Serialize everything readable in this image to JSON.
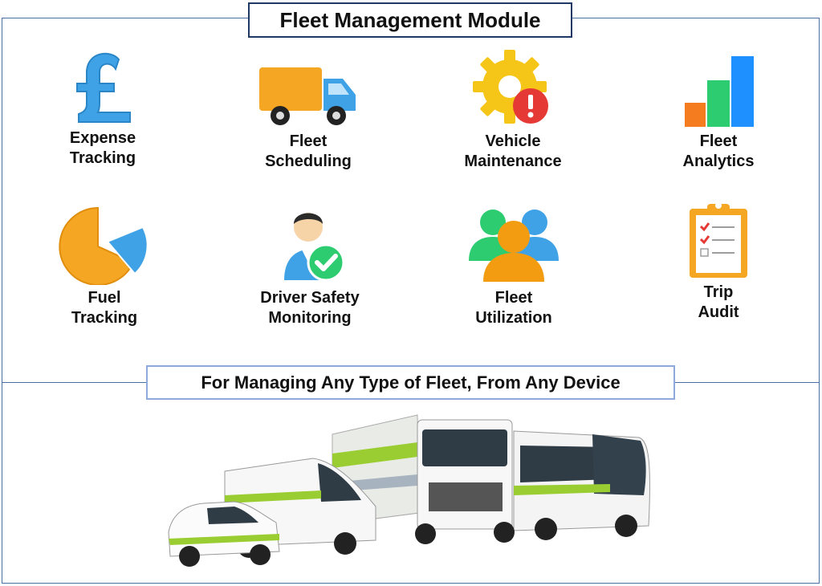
{
  "header": {
    "title": "Fleet Management Module"
  },
  "modules": [
    {
      "line1": "Expense",
      "line2": "Tracking",
      "icon": "pound-sign-icon"
    },
    {
      "line1": "Fleet",
      "line2": "Scheduling",
      "icon": "delivery-truck-icon"
    },
    {
      "line1": "Vehicle",
      "line2": "Maintenance",
      "icon": "gear-warning-icon"
    },
    {
      "line1": "Fleet",
      "line2": "Analytics",
      "icon": "bar-chart-icon"
    },
    {
      "line1": "Fuel",
      "line2": "Tracking",
      "icon": "pie-chart-icon"
    },
    {
      "line1": "Driver Safety",
      "line2": "Monitoring",
      "icon": "driver-check-icon"
    },
    {
      "line1": "Fleet",
      "line2": "Utilization",
      "icon": "user-group-icon"
    },
    {
      "line1": "Trip",
      "line2": "Audit",
      "icon": "clipboard-checklist-icon"
    }
  ],
  "footer": {
    "subtitle": "For Managing Any Type of Fleet, From Any Device"
  },
  "colors": {
    "border": "#4a6fa5",
    "title_border": "#1f3864",
    "subtitle_border": "#8eaadb",
    "accent_blue": "#3fa2e6",
    "accent_orange": "#f5a623",
    "accent_green": "#2ecc71",
    "alert_red": "#e53935"
  }
}
